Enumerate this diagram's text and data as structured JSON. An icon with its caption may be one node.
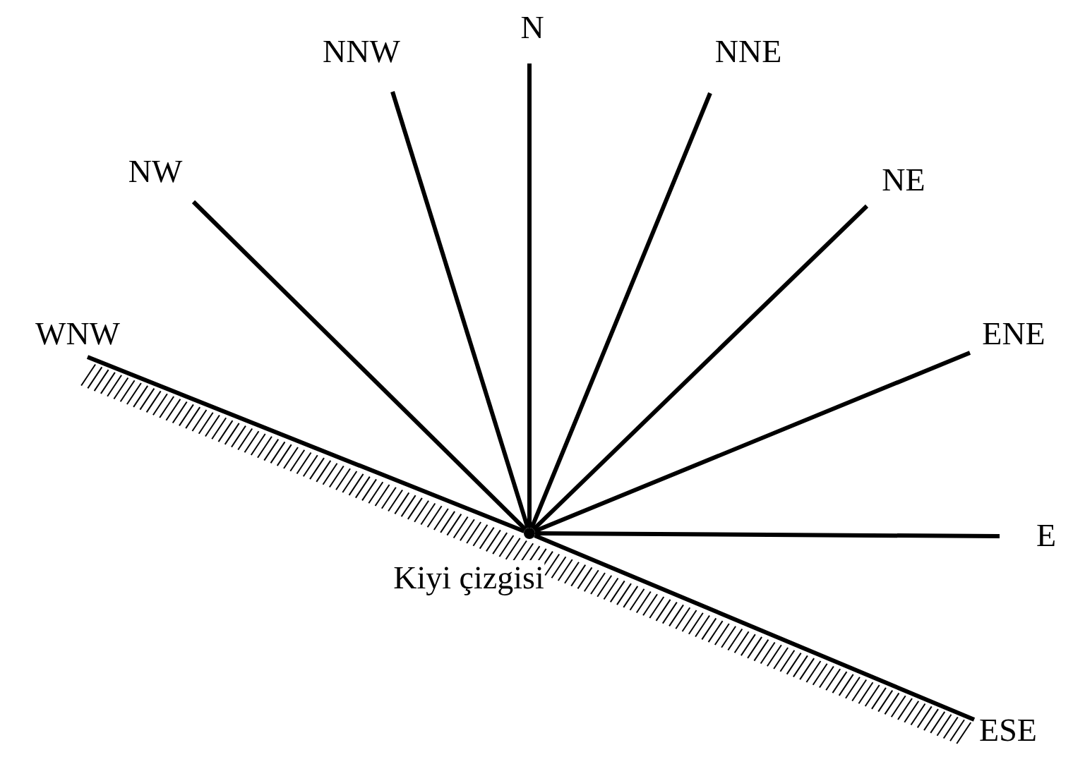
{
  "diagram": {
    "nodes": [
      {
        "text": [
          "NNW"
        ]
      },
      {
        "text": [
          "N"
        ]
      },
      {
        "text": [
          "NNE"
        ]
      },
      {
        "text": [
          "NW"
        ]
      },
      {
        "text": [
          "NE"
        ]
      },
      {
        "text": [
          "WNW"
        ]
      },
      {
        "text": [
          "ENE"
        ]
      },
      {
        "text": [],
        "shape": "circle"
      },
      {
        "text": [
          "E"
        ]
      },
      {
        "text": [
          "ESE"
        ]
      }
    ],
    "edges": [
      {
        "from": 7,
        "to": 0,
        "arrow": "none"
      },
      {
        "from": 7,
        "to": 1,
        "arrow": "none"
      },
      {
        "from": 7,
        "to": 2,
        "arrow": "none"
      },
      {
        "from": 7,
        "to": 3,
        "arrow": "none"
      },
      {
        "from": 7,
        "to": 4,
        "arrow": "none"
      },
      {
        "from": 7,
        "to": 5,
        "arrow": "none"
      },
      {
        "from": 7,
        "to": 6,
        "arrow": "none"
      },
      {
        "from": 7,
        "to": 8,
        "arrow": "none"
      },
      {
        "from": 7,
        "to": 9,
        "arrow": "none"
      }
    ],
    "labels": [
      "Kiyi çizgisi"
    ]
  }
}
